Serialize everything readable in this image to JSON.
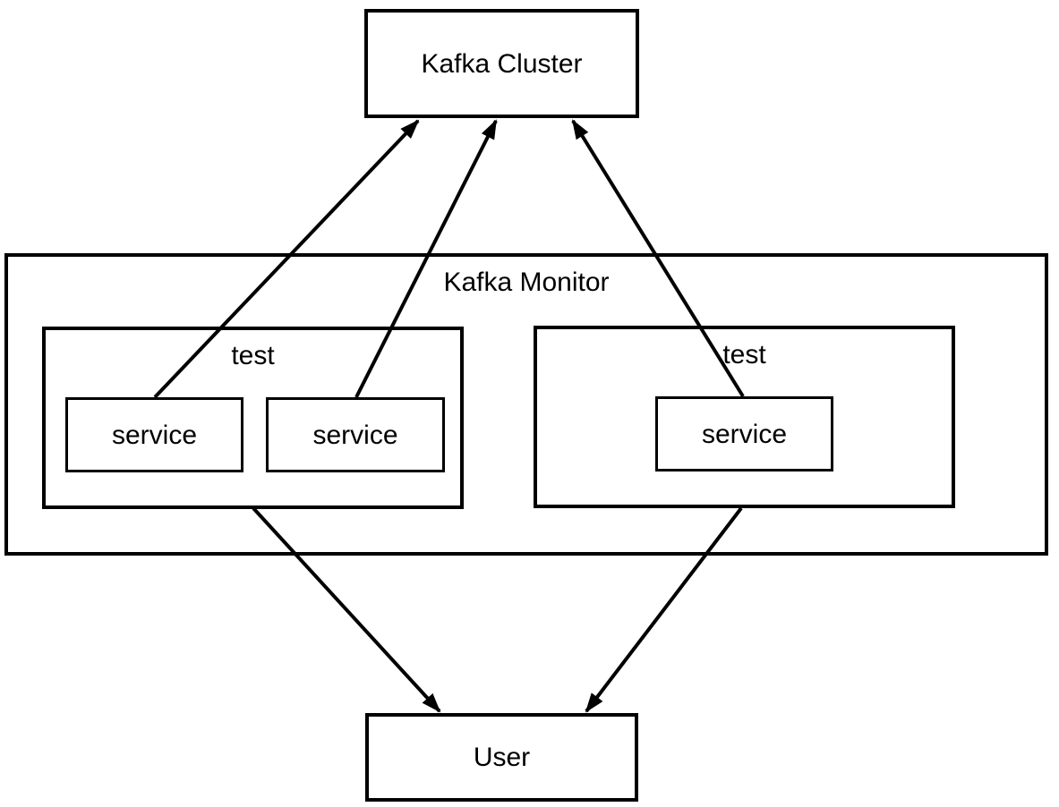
{
  "diagram": {
    "type": "architecture-diagram",
    "colors": {
      "background": "#ffffff",
      "stroke": "#000000",
      "text": "#000000"
    },
    "nodes": {
      "kafka_cluster": {
        "label": "Kafka Cluster"
      },
      "kafka_monitor": {
        "label": "Kafka Monitor"
      },
      "test_left": {
        "label": "test"
      },
      "test_right": {
        "label": "test"
      },
      "service_1": {
        "label": "service"
      },
      "service_2": {
        "label": "service"
      },
      "service_3": {
        "label": "service"
      },
      "user": {
        "label": "User"
      }
    },
    "edges": [
      {
        "from": "service_1",
        "to": "kafka_cluster",
        "arrowhead": "at-kafka-cluster"
      },
      {
        "from": "service_2",
        "to": "kafka_cluster",
        "arrowhead": "at-kafka-cluster"
      },
      {
        "from": "service_3",
        "to": "kafka_cluster",
        "arrowhead": "at-kafka-cluster"
      },
      {
        "from": "test_left",
        "to": "user",
        "arrowhead": "at-user"
      },
      {
        "from": "test_right",
        "to": "user",
        "arrowhead": "at-user"
      }
    ]
  }
}
